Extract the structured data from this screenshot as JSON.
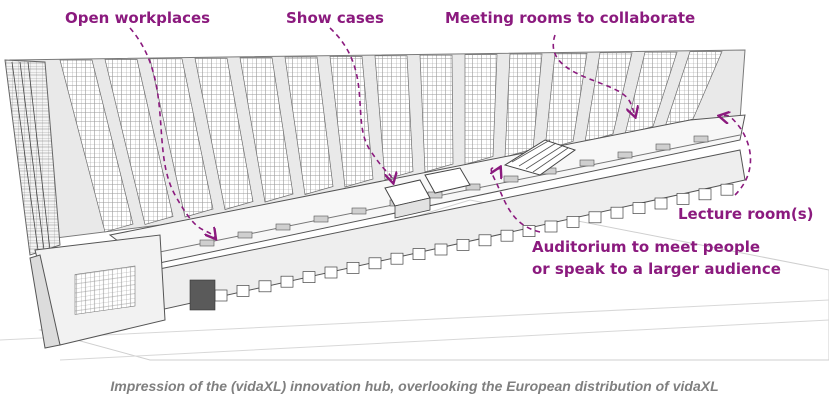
{
  "labels": {
    "open_workplaces": "Open workplaces",
    "show_cases": "Show cases",
    "meeting_rooms": "Meeting rooms to collaborate",
    "lecture_rooms": "Lecture room(s)",
    "auditorium_line1": "Auditorium to meet people",
    "auditorium_line2": "or speak to a larger audience"
  },
  "caption": "Impression of the (vidaXL) innovation hub, overlooking the European distribution of vidaXL",
  "colors": {
    "annotation": "#8B1A7E",
    "caption": "#7f7f7f",
    "line": "#555555"
  }
}
